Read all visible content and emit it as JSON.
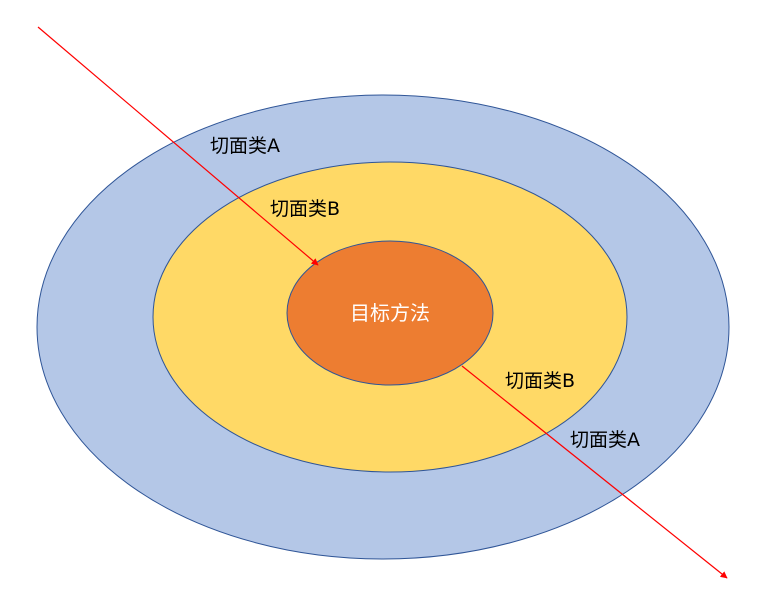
{
  "colors": {
    "outer_fill": "#b4c7e7",
    "middle_fill": "#ffd966",
    "inner_fill": "#ed7d31",
    "ellipse_stroke": "#2f5597",
    "arrow_color": "#ff0000"
  },
  "labels": {
    "center": "目标方法",
    "outer_top": "切面类A",
    "middle_top": "切面类B",
    "middle_bottom": "切面类B",
    "outer_bottom": "切面类A"
  }
}
